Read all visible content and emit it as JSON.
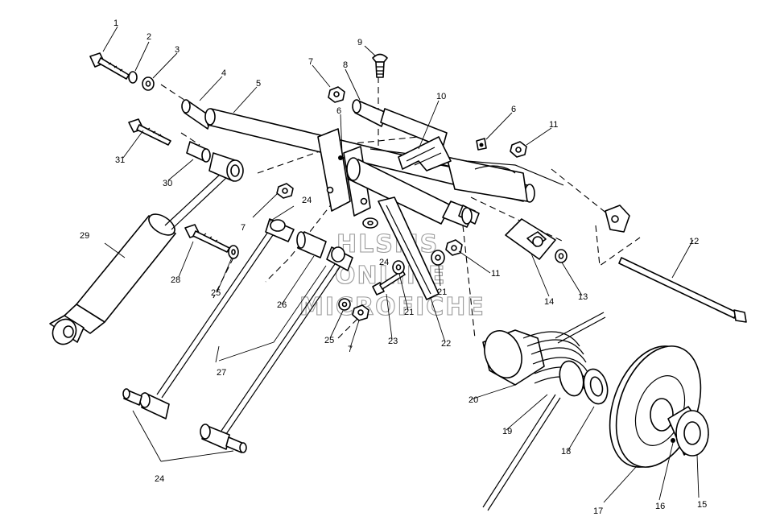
{
  "diagram": {
    "watermark": [
      "HLSMS",
      "ONLINE",
      "MICROFICHE"
    ],
    "callouts": [
      "1",
      "2",
      "3",
      "4",
      "5",
      "6",
      "7",
      "8",
      "9",
      "10",
      "11",
      "12",
      "13",
      "14",
      "15",
      "16",
      "17",
      "18",
      "19",
      "20",
      "21",
      "22",
      "23",
      "24",
      "25",
      "26",
      "27",
      "28",
      "29",
      "30",
      "31"
    ]
  },
  "callout_labels": {
    "c1": "1",
    "c2": "2",
    "c3": "3",
    "c4": "4",
    "c5": "5",
    "c6a": "6",
    "c6b": "6",
    "c7a": "7",
    "c7b": "7",
    "c7c": "7",
    "c8": "8",
    "c9": "9",
    "c10": "10",
    "c11a": "11",
    "c11b": "11",
    "c12": "12",
    "c13": "13",
    "c14": "14",
    "c15": "15",
    "c16": "16",
    "c17": "17",
    "c18": "18",
    "c19": "19",
    "c20": "20",
    "c21a": "21",
    "c21b": "21",
    "c22": "22",
    "c23": "23",
    "c24a": "24",
    "c24b": "24",
    "c24c": "24",
    "c25a": "25",
    "c25b": "25",
    "c26": "26",
    "c27": "27",
    "c28": "28",
    "c29": "29",
    "c30": "30",
    "c31": "31"
  }
}
